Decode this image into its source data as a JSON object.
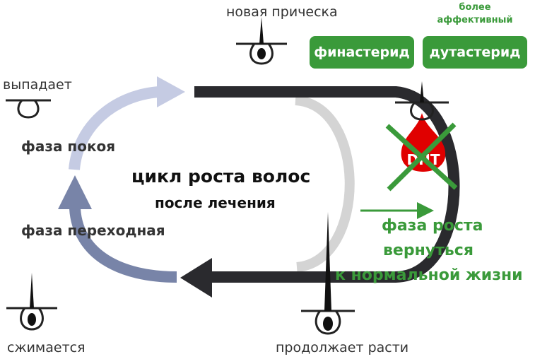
{
  "labels": {
    "new_hairstyle": "новая прическа",
    "falls_out": "выпадает",
    "shrinks": "сжимается",
    "keeps_growing": "продолжает расти"
  },
  "phases": {
    "rest": "фаза покоя",
    "transition": "фаза переходная",
    "growth": "фаза роста",
    "return_line1": "вернуться",
    "return_line2": "к нормальной жизни"
  },
  "center": {
    "title": "цикл роста волос",
    "subtitle": "после лечения"
  },
  "treatments": {
    "more_effective": "более аффективный",
    "finasteride": "финастерид",
    "dutasteride": "дутастерид"
  },
  "dht": {
    "text": "DHT",
    "blocked": true
  },
  "colors": {
    "green": "#3a9a3a",
    "dark": "#2a2a2e",
    "light_gray": "#d4d4d4",
    "rest_arrow": "#c5cbe3",
    "transition_arrow": "#7884a8",
    "dht_red": "#e00000"
  },
  "icons": [
    "hair-follicle-icon",
    "dht-drop-icon",
    "block-cross-icon",
    "right-arrow-icon"
  ]
}
